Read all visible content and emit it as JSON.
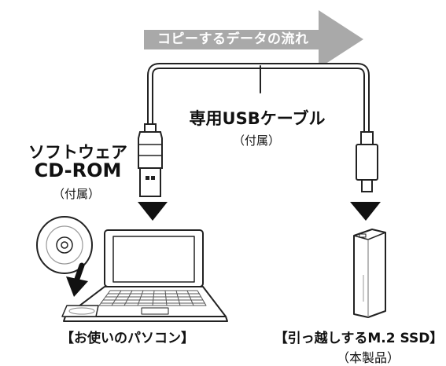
{
  "banner": {
    "text": "コピーするデータの流れ"
  },
  "cable": {
    "name": "専用USBケーブル",
    "note": "（付属）"
  },
  "software": {
    "line1": "ソフトウェア",
    "line2": "CD-ROM",
    "note": "（付属）"
  },
  "pc": {
    "label": "【お使いのパソコン】"
  },
  "ssd": {
    "label": "【引っ越しするM.2 SSD】",
    "note": "（本製品）"
  },
  "icons": [
    "usb-a-plug-icon",
    "usb-c-plug-icon",
    "cd-rom-disc-icon",
    "laptop-icon",
    "ssd-enclosure-icon",
    "down-arrow-icon"
  ]
}
